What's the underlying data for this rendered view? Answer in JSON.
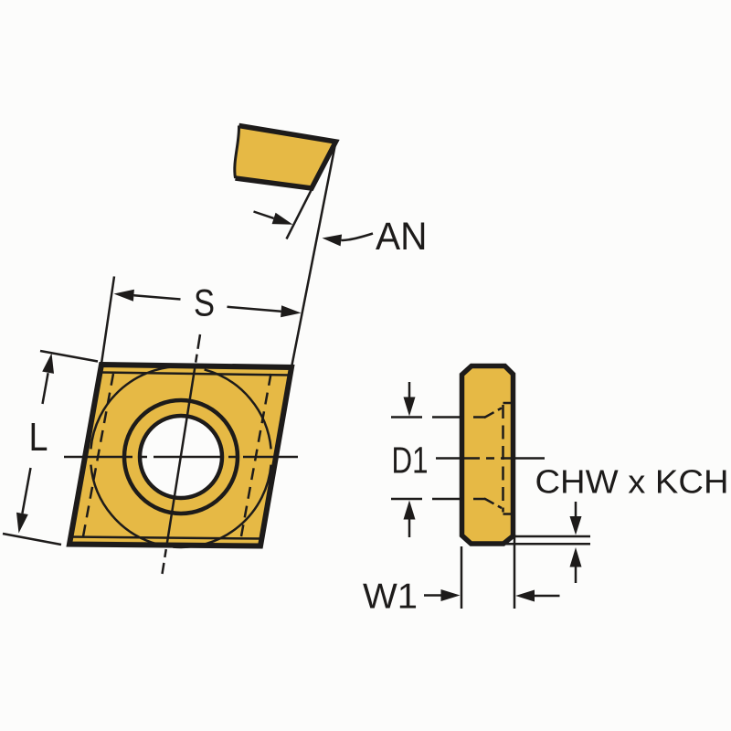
{
  "page": {
    "title": "Cutting insert dimension drawing",
    "background": "#FCFCFB"
  },
  "colors": {
    "insert_fill": "#E6B945",
    "line": "#1D1B1A",
    "hole_fill": "#FCFCFB",
    "text": "#1D1B1A"
  },
  "labels": {
    "clearance_angle": "AN",
    "insert_width_across": "S",
    "edge_length": "L",
    "hole_diameter": "D1",
    "chamfer_dimensions": "CHW x KCH",
    "insert_thickness": "W1"
  }
}
